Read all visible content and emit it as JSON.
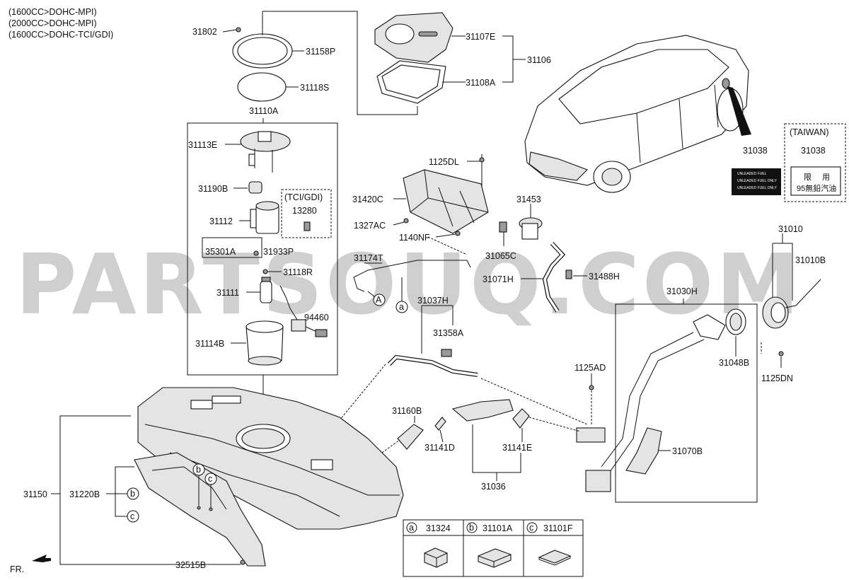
{
  "engine_notes": [
    "(1600CC>DOHC-MPI)",
    "(2000CC>DOHC-MPI)",
    "(1600CC>DOHC-TCI/GDI)"
  ],
  "watermark": "PARTSOUQ.COM",
  "front_label": "FR.",
  "group_labels": {
    "tci_gdi": "(TCI/GDI)",
    "taiwan": "(TAIWAN)"
  },
  "taiwan_label_text": [
    "限",
    "用",
    "95無鉛汽油"
  ],
  "callout_letters": [
    "A",
    "a",
    "b",
    "c"
  ],
  "part_numbers": {
    "p31802": "31802",
    "p31158P": "31158P",
    "p31118S": "31118S",
    "p31110A": "31110A",
    "p31113E": "31113E",
    "p31190B": "31190B",
    "p13280": "13280",
    "p31112": "31112",
    "p35301A": "35301A",
    "p31933P": "31933P",
    "p31118R": "31118R",
    "p31111": "31111",
    "p94460": "94460",
    "p31114B": "31114B",
    "p31107E": "31107E",
    "p31106": "31106",
    "p31108A": "31108A",
    "p1125DL": "1125DL",
    "p31420C": "31420C",
    "p1327AC": "1327AC",
    "p1140NF": "1140NF",
    "p31453": "31453",
    "p31065C": "31065C",
    "p31174T": "31174T",
    "p31071H": "31071H",
    "p31488H": "31488H",
    "p31037H": "31037H",
    "p31358A": "31358A",
    "p31038": "31038",
    "p31038_tw": "31038",
    "p31010": "31010",
    "p31010B": "31010B",
    "p31030H": "31030H",
    "p31048B": "31048B",
    "p1125AD": "1125AD",
    "p1125DN": "1125DN",
    "p31070B": "31070B",
    "p31160B": "31160B",
    "p31141D": "31141D",
    "p31141E": "31141E",
    "p31036": "31036",
    "p31150": "31150",
    "p31220B": "31220B",
    "p32515B": "32515B"
  },
  "legend": {
    "items": [
      {
        "letter": "a",
        "part": "31324"
      },
      {
        "letter": "b",
        "part": "31101A"
      },
      {
        "letter": "c",
        "part": "31101F"
      }
    ]
  }
}
